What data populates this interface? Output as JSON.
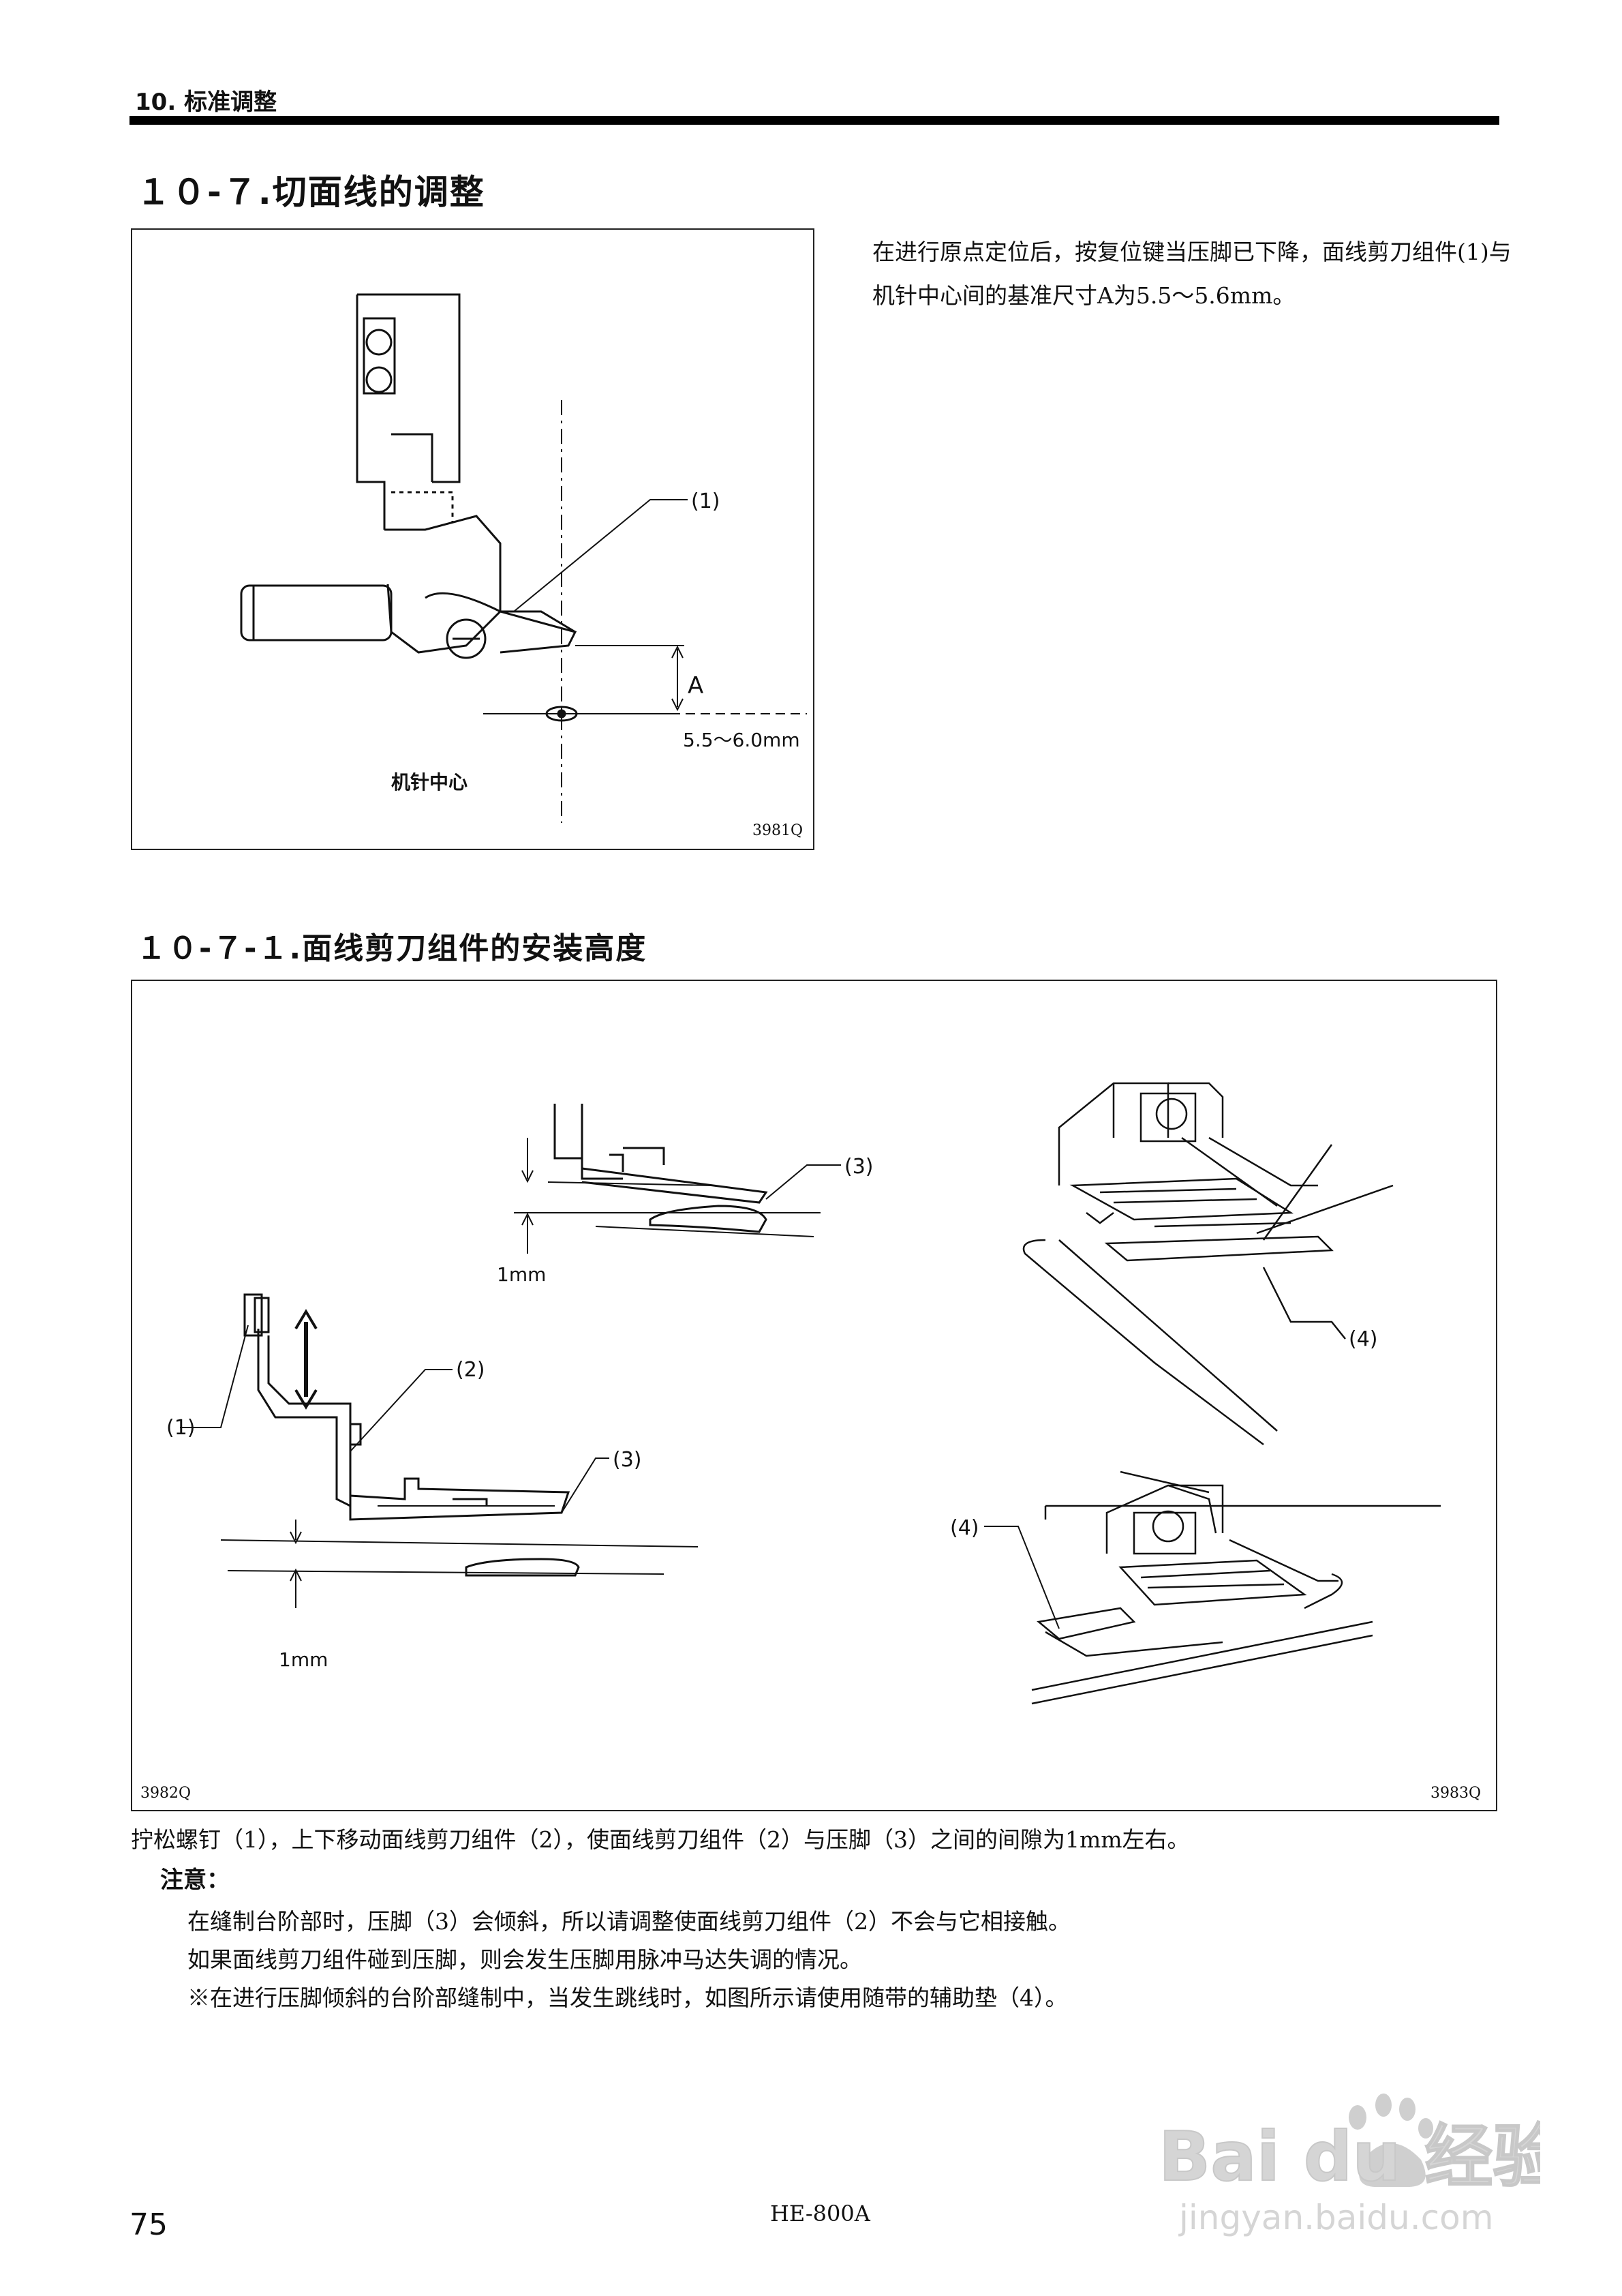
{
  "header": {
    "label": "10. 标准调整"
  },
  "section": {
    "title": "１０-７.切面线的调整",
    "description": "在进行原点定位后，按复位键当压脚已下降，面线剪刀组件(1)与机针中心间的基准尺寸A为5.5～5.6mm。"
  },
  "figure1": {
    "code": "3981Q",
    "callout_1": "(1)",
    "dim_label": "A",
    "dim_value": "5.5～6.0mm",
    "needle_label": "机针中心"
  },
  "subsection": {
    "title": "１０-７-１.面线剪刀组件的安装高度"
  },
  "figure2": {
    "code_left": "3982Q",
    "code_right": "3983Q",
    "callout_1": "(1)",
    "callout_2": "(2)",
    "callout_3": "(3)",
    "callout_4": "(4)",
    "gap_label": "1mm"
  },
  "instructions": {
    "main": "拧松螺钉（1），上下移动面线剪刀组件（2），使面线剪刀组件（2）与压脚（3）之间的间隙为1mm左右。",
    "note_label": "注意：",
    "notes": [
      "在缝制台阶部时，压脚（3）会倾斜，所以请调整使面线剪刀组件（2）不会与它相接触。",
      "如果面线剪刀组件碰到压脚，则会发生压脚用脉冲马达失调的情况。",
      "※在进行压脚倾斜的台阶部缝制中，当发生跳线时，如图所示请使用随带的辅助垫（4）。"
    ]
  },
  "footer": {
    "page_number": "75",
    "model": "HE-800A"
  },
  "watermark": {
    "brand": "Bai du 经验",
    "url": "jingyan.baidu.com"
  }
}
